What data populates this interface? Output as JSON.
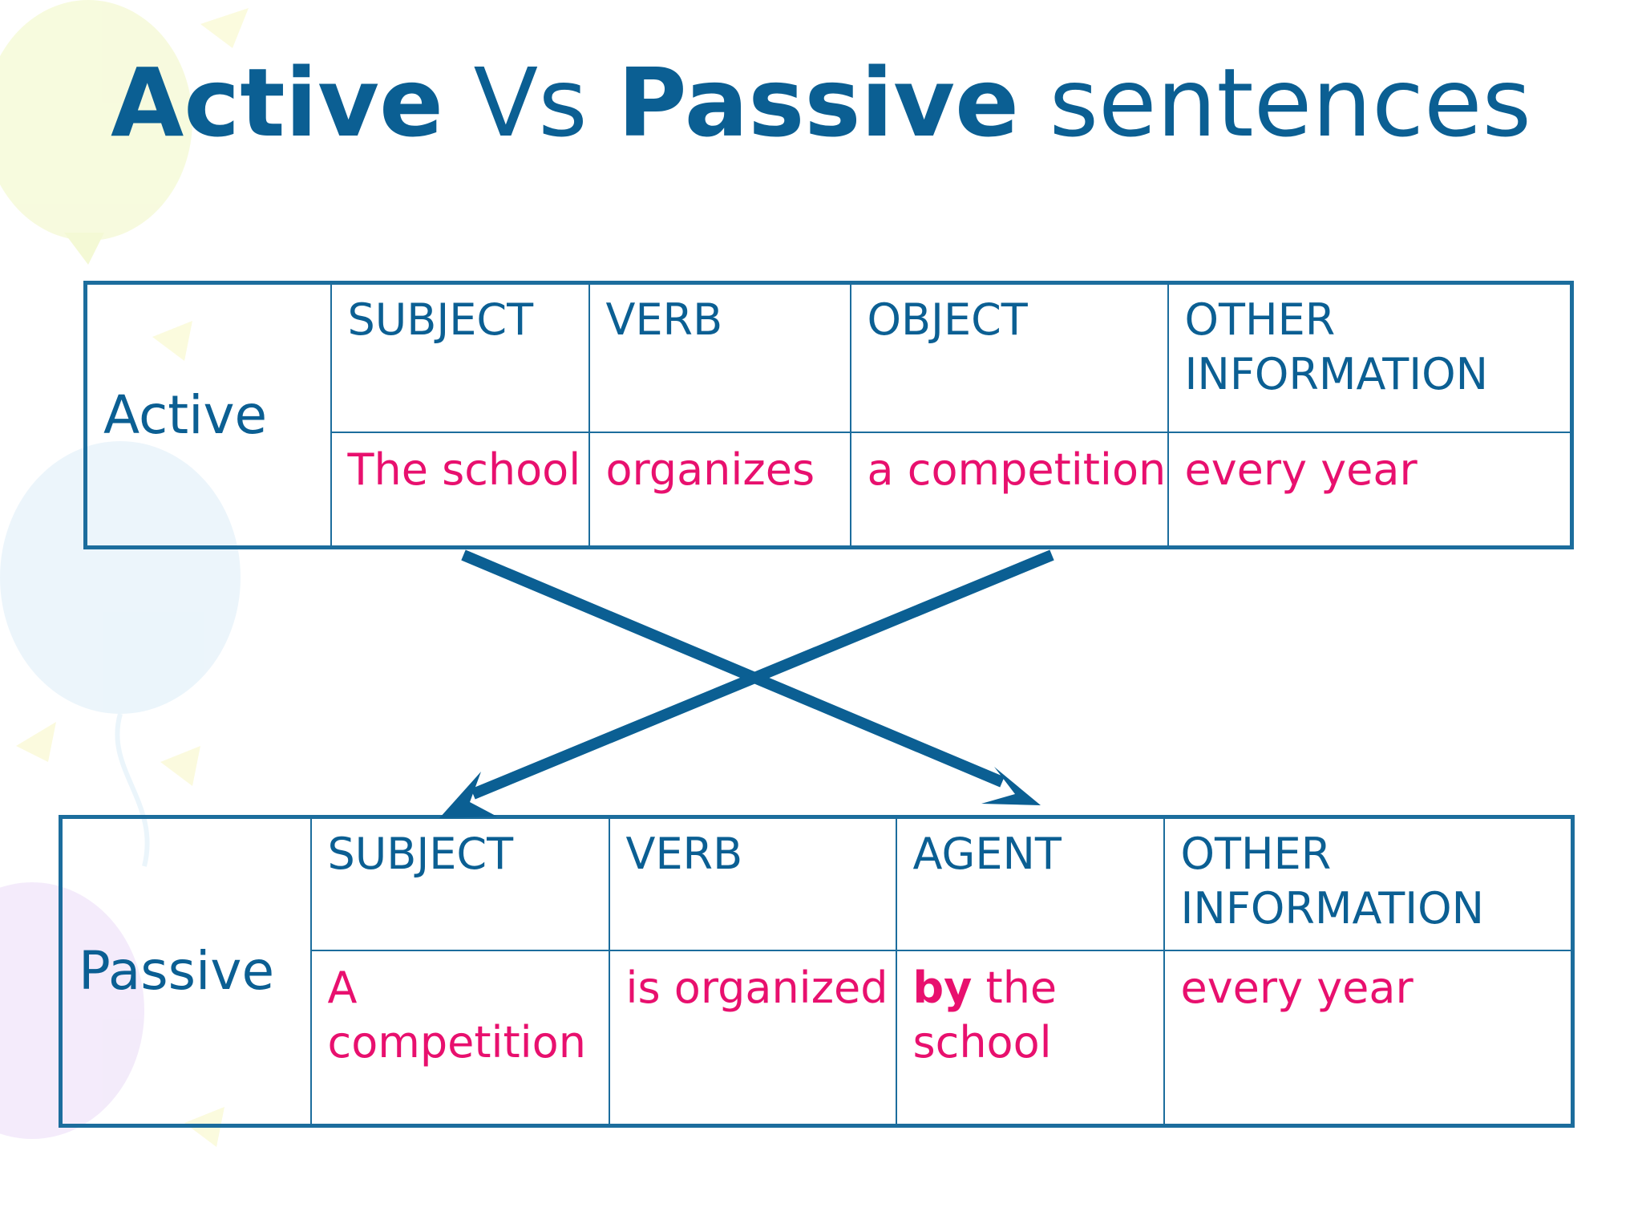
{
  "slide": {
    "title": {
      "part1": "Active",
      "part2": " Vs ",
      "part3": "Passive",
      "part4": " sentences"
    },
    "colors": {
      "title": "#0b5f93",
      "table_border": "#1c6d9d",
      "example_text": "#e8106e",
      "arrow": "#0b5f93"
    }
  },
  "active": {
    "label": "Active",
    "headers": [
      "SUBJECT",
      "VERB",
      "OBJECT",
      "OTHER INFORMATION"
    ],
    "values": [
      "The school",
      "organizes",
      "a competition",
      "every year"
    ]
  },
  "passive": {
    "label": "Passive",
    "headers": [
      "SUBJECT",
      "VERB",
      "AGENT",
      "OTHER INFORMATION"
    ],
    "values": {
      "subject": "A competition",
      "verb": "is organized",
      "agent_by": "by",
      "agent_rest": " the school",
      "other": "every year"
    }
  },
  "diagram": {
    "arrows": [
      {
        "from": "active.subject",
        "to": "passive.agent"
      },
      {
        "from": "active.object",
        "to": "passive.subject"
      }
    ]
  }
}
